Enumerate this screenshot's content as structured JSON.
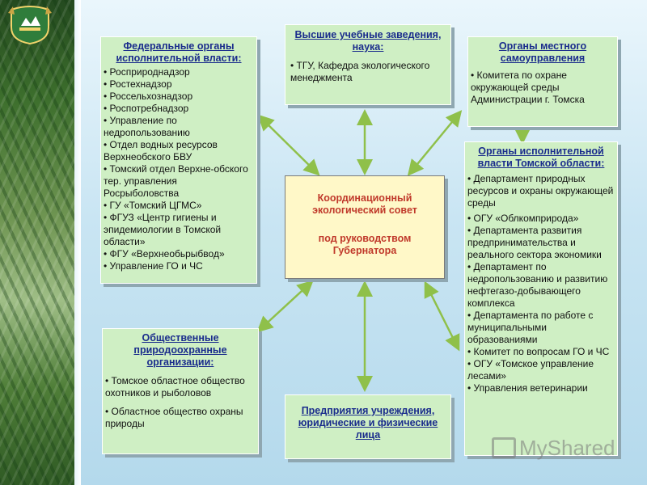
{
  "center": {
    "line1": "Координационный экологический совет",
    "line2": "под руководством Губернатора"
  },
  "federal": {
    "title": "Федеральные органы исполнительной власти:",
    "items": [
      "Росприроднадзор",
      "Ростехнадзор",
      "Россельхознадзор",
      "Роспотребнадзор",
      "Управление по недропользованию",
      "Отдел водных ресурсов Верхнеобского БВУ",
      "Томский отдел Верхне-обского тер. управления Росрыболовства",
      "ГУ «Томский ЦГМС»",
      "ФГУЗ «Центр гигиены и эпидемиологии в Томской области»",
      "ФГУ «Верхнеобьрыбвод»",
      "Управление ГО и ЧС"
    ]
  },
  "universities": {
    "title": "Высшие учебные заведения, наука:",
    "items": [
      "ТГУ, Кафедра экологического менеджмента"
    ]
  },
  "local": {
    "title": "Органы местного самоуправления",
    "items": [
      "Комитета по охране окружающей среды Администрации г. Томска"
    ]
  },
  "regional": {
    "title": "Органы исполнительной власти Томской области:",
    "items": [
      "Департамент природных ресурсов и охраны окружающей среды",
      "ОГУ «Облкомприрода»",
      "Департамента развития предпринимательства и реального сектора экономики",
      "Департамент по недропользованию и развитию нефтегазо-добывающего комплекса",
      "Департамента по работе с муниципальными образованиями",
      "Комитет по вопросам ГО и ЧС",
      "ОГУ «Томское управление лесами»",
      "Управления ветеринарии"
    ]
  },
  "public": {
    "title": "Общественные природоохранные организации:",
    "items": [
      "Томское областное общество охотников и рыболовов",
      "Областное общество охраны природы"
    ]
  },
  "enterprises": {
    "title": "Предприятия учреждения, юридические и физические лица"
  },
  "watermark": {
    "text": "MyShared"
  },
  "colors": {
    "box": "#cfefc4",
    "title": "#1a2c8c",
    "center_text": "#c0392b",
    "center_bg": "#fff8c8",
    "arrow": "#8fc04a"
  }
}
